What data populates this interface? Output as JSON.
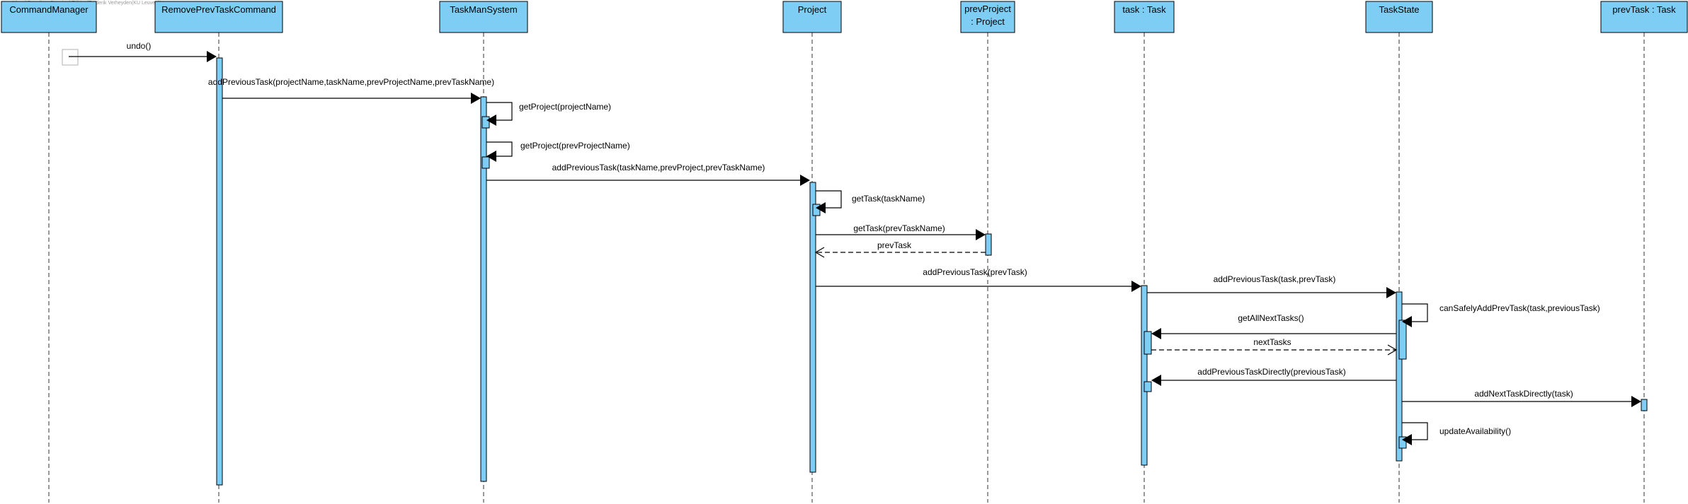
{
  "watermark": "Visual Paradigm Standard Edition(Frederik Verheyden(KU Leuven))",
  "lifelines": [
    {
      "id": "cm",
      "label": [
        "CommandManager"
      ]
    },
    {
      "id": "rc",
      "label": [
        "RemovePrevTaskCommand"
      ]
    },
    {
      "id": "tms",
      "label": [
        "TaskManSystem"
      ]
    },
    {
      "id": "p",
      "label": [
        "Project"
      ]
    },
    {
      "id": "pp",
      "label": [
        "prevProject",
        ": Project"
      ]
    },
    {
      "id": "t",
      "label": [
        "task : Task"
      ]
    },
    {
      "id": "ts",
      "label": [
        "TaskState"
      ]
    },
    {
      "id": "pt",
      "label": [
        "prevTask : Task"
      ]
    }
  ],
  "messages": [
    {
      "from": "cm",
      "to": "rc",
      "label": "undo()",
      "kind": "call"
    },
    {
      "from": "rc",
      "to": "tms",
      "label": "addPreviousTask(projectName,taskName,prevProjectName,prevTaskName)",
      "kind": "call"
    },
    {
      "from": "tms",
      "to": "tms",
      "label": "getProject(projectName)",
      "kind": "self"
    },
    {
      "from": "tms",
      "to": "tms",
      "label": "getProject(prevProjectName)",
      "kind": "self"
    },
    {
      "from": "tms",
      "to": "p",
      "label": "addPreviousTask(taskName,prevProject,prevTaskName)",
      "kind": "call"
    },
    {
      "from": "p",
      "to": "p",
      "label": "getTask(taskName)",
      "kind": "self"
    },
    {
      "from": "p",
      "to": "pp",
      "label": "getTask(prevTaskName)",
      "kind": "call"
    },
    {
      "from": "pp",
      "to": "p",
      "label": "prevTask",
      "kind": "return"
    },
    {
      "from": "p",
      "to": "t",
      "label": "addPreviousTask(prevTask)",
      "kind": "call"
    },
    {
      "from": "t",
      "to": "ts",
      "label": "addPreviousTask(task,prevTask)",
      "kind": "call"
    },
    {
      "from": "ts",
      "to": "ts",
      "label": "canSafelyAddPrevTask(task,previousTask)",
      "kind": "self"
    },
    {
      "from": "ts",
      "to": "t",
      "label": "getAllNextTasks()",
      "kind": "call"
    },
    {
      "from": "t",
      "to": "ts",
      "label": "nextTasks",
      "kind": "return"
    },
    {
      "from": "ts",
      "to": "t",
      "label": "addPreviousTaskDirectly(previousTask)",
      "kind": "call"
    },
    {
      "from": "ts",
      "to": "pt",
      "label": "addNextTaskDirectly(task)",
      "kind": "call"
    },
    {
      "from": "ts",
      "to": "ts",
      "label": "updateAvailability()",
      "kind": "self"
    }
  ]
}
